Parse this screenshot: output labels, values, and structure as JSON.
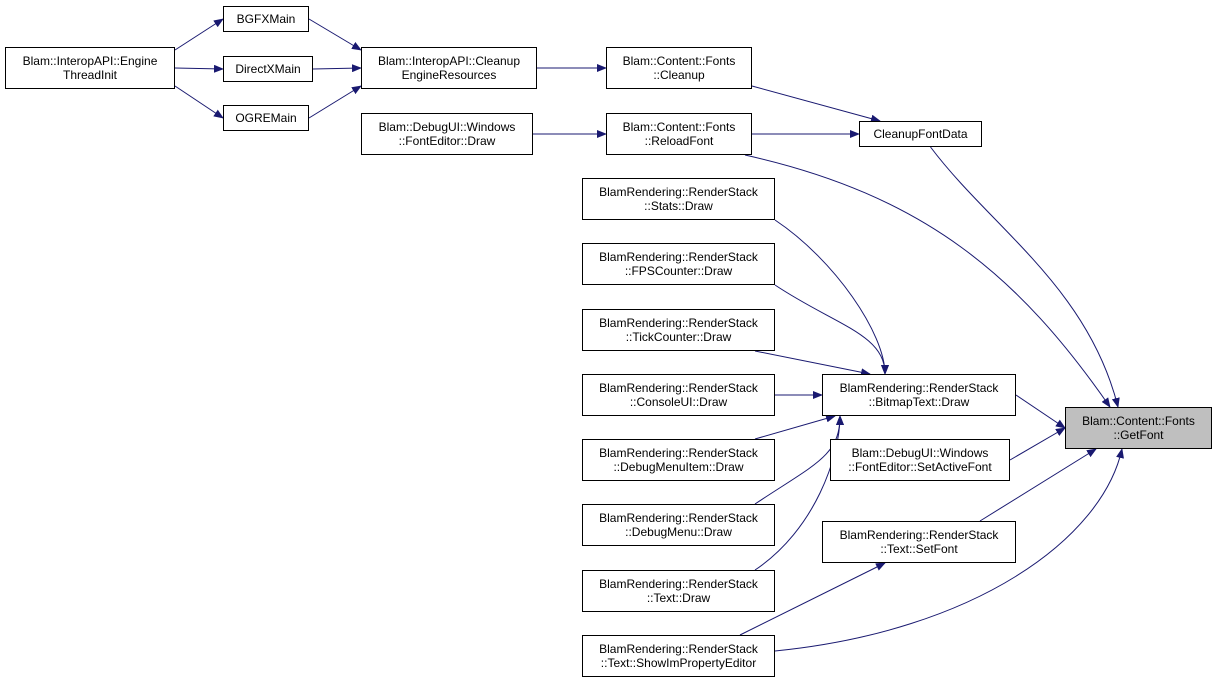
{
  "colors": {
    "edge": "#191970",
    "node_border": "#000000",
    "focus_fill": "#bfbfbf"
  },
  "nodes": {
    "interop_init": "Blam::InteropAPI::Engine\nThreadInit",
    "bgfx": "BGFXMain",
    "directx": "DirectXMain",
    "ogre": "OGREMain",
    "interop_cleanup": "Blam::InteropAPI::Cleanup\nEngineResources",
    "fonts_cleanup": "Blam::Content::Fonts\n::Cleanup",
    "fonteditor_draw": "Blam::DebugUI::Windows\n::FontEditor::Draw",
    "reload_font": "Blam::Content::Fonts\n::ReloadFont",
    "cleanup_fontdata": "CleanupFontData",
    "stats_draw": "BlamRendering::RenderStack\n::Stats::Draw",
    "fps_draw": "BlamRendering::RenderStack\n::FPSCounter::Draw",
    "tick_draw": "BlamRendering::RenderStack\n::TickCounter::Draw",
    "console_draw": "BlamRendering::RenderStack\n::ConsoleUI::Draw",
    "debugmenuitem_draw": "BlamRendering::RenderStack\n::DebugMenuItem::Draw",
    "debugmenu_draw": "BlamRendering::RenderStack\n::DebugMenu::Draw",
    "text_draw": "BlamRendering::RenderStack\n::Text::Draw",
    "text_showim": "BlamRendering::RenderStack\n::Text::ShowImPropertyEditor",
    "bitmaptext_draw": "BlamRendering::RenderStack\n::BitmapText::Draw",
    "set_active_font": "Blam::DebugUI::Windows\n::FontEditor::SetActiveFont",
    "text_setfont": "BlamRendering::RenderStack\n::Text::SetFont",
    "get_font": "Blam::Content::Fonts\n::GetFont"
  },
  "edges": [
    [
      "interop_init",
      "bgfx"
    ],
    [
      "interop_init",
      "directx"
    ],
    [
      "interop_init",
      "ogre"
    ],
    [
      "bgfx",
      "interop_cleanup"
    ],
    [
      "directx",
      "interop_cleanup"
    ],
    [
      "ogre",
      "interop_cleanup"
    ],
    [
      "interop_cleanup",
      "fonts_cleanup"
    ],
    [
      "fonteditor_draw",
      "reload_font"
    ],
    [
      "fonts_cleanup",
      "cleanup_fontdata"
    ],
    [
      "reload_font",
      "cleanup_fontdata"
    ],
    [
      "cleanup_fontdata",
      "get_font"
    ],
    [
      "reload_font",
      "get_font"
    ],
    [
      "stats_draw",
      "bitmaptext_draw"
    ],
    [
      "fps_draw",
      "bitmaptext_draw"
    ],
    [
      "tick_draw",
      "bitmaptext_draw"
    ],
    [
      "console_draw",
      "bitmaptext_draw"
    ],
    [
      "debugmenuitem_draw",
      "bitmaptext_draw"
    ],
    [
      "debugmenu_draw",
      "bitmaptext_draw"
    ],
    [
      "text_draw",
      "bitmaptext_draw"
    ],
    [
      "bitmaptext_draw",
      "get_font"
    ],
    [
      "set_active_font",
      "get_font"
    ],
    [
      "text_setfont",
      "get_font"
    ],
    [
      "text_showim",
      "text_setfont"
    ],
    [
      "text_showim",
      "get_font"
    ]
  ]
}
